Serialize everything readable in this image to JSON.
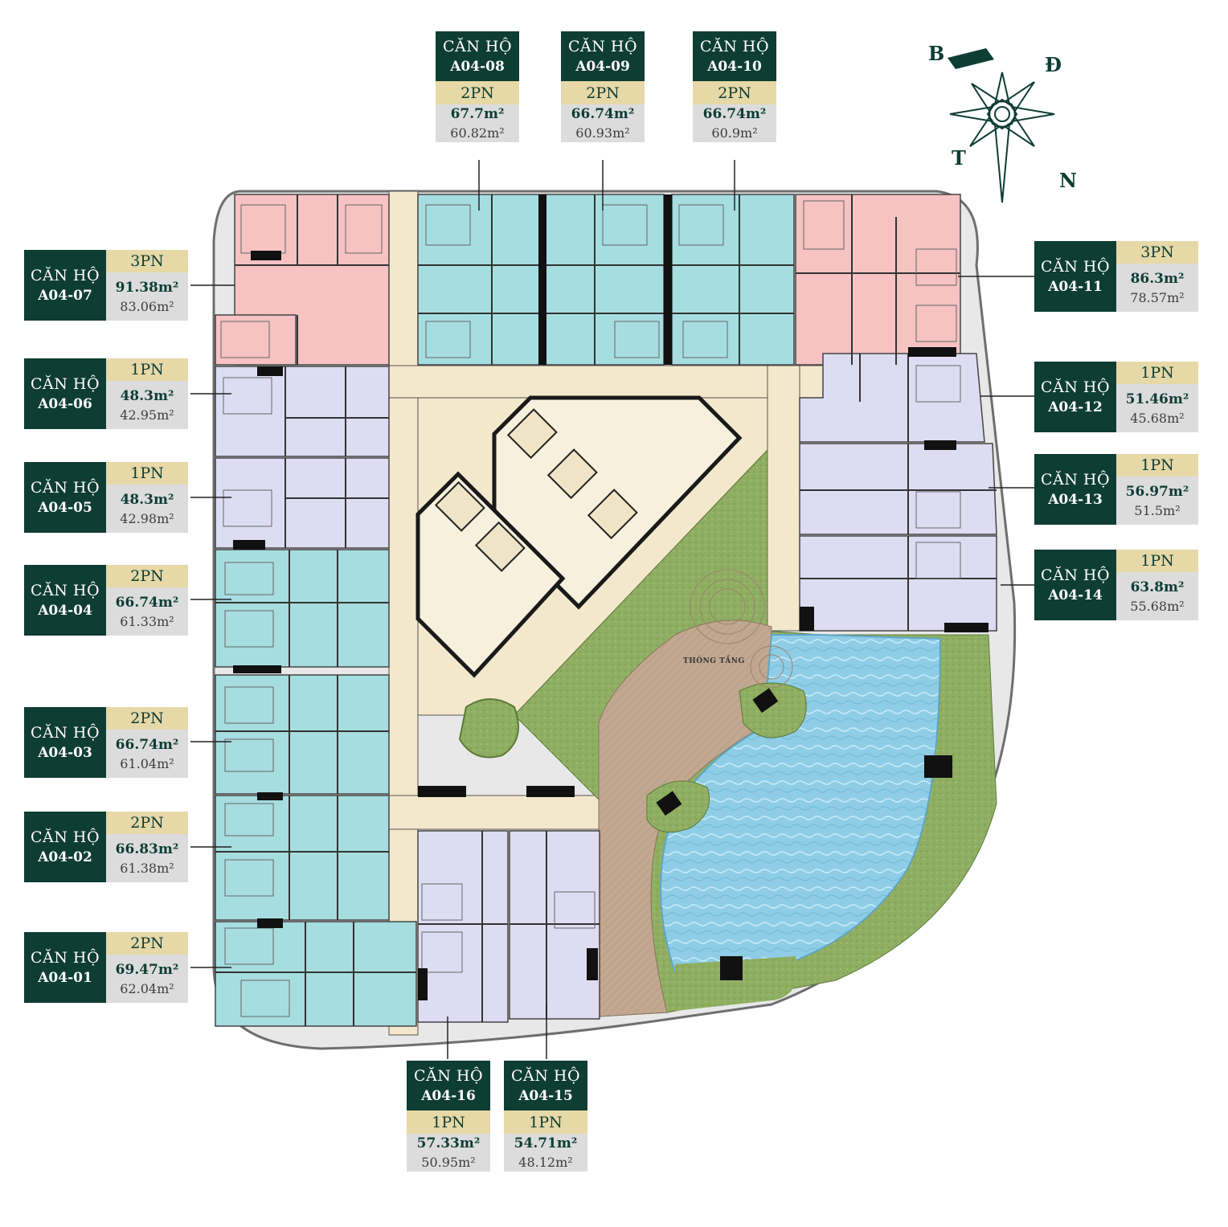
{
  "colors": {
    "dark_green": "#0e3d33",
    "gold": "#e6d8a7",
    "grey": "#dcdcdc",
    "unit_3pn": "#f6c2c2",
    "unit_2pn": "#a6dde0",
    "unit_1pn": "#dddcf2",
    "corridor": "#f4e8cc",
    "pool": "#8fcde6",
    "lawn": "#8fae62",
    "deck": "#c2a890"
  },
  "compass": {
    "north": "B",
    "east": "Đ",
    "south": "N",
    "west": "T"
  },
  "pool_label": "THÔNG TẦNG",
  "units": [
    {
      "label": "CĂN HỘ",
      "code": "A04-01",
      "type": "2PN",
      "area_gross": "69.47m²",
      "area_net": "62.04m²"
    },
    {
      "label": "CĂN HỘ",
      "code": "A04-02",
      "type": "2PN",
      "area_gross": "66.83m²",
      "area_net": "61.38m²"
    },
    {
      "label": "CĂN HỘ",
      "code": "A04-03",
      "type": "2PN",
      "area_gross": "66.74m²",
      "area_net": "61.04m²"
    },
    {
      "label": "CĂN HỘ",
      "code": "A04-04",
      "type": "2PN",
      "area_gross": "66.74m²",
      "area_net": "61.33m²"
    },
    {
      "label": "CĂN HỘ",
      "code": "A04-05",
      "type": "1PN",
      "area_gross": "48.3m²",
      "area_net": "42.98m²"
    },
    {
      "label": "CĂN HỘ",
      "code": "A04-06",
      "type": "1PN",
      "area_gross": "48.3m²",
      "area_net": "42.95m²"
    },
    {
      "label": "CĂN HỘ",
      "code": "A04-07",
      "type": "3PN",
      "area_gross": "91.38m²",
      "area_net": "83.06m²"
    },
    {
      "label": "CĂN HỘ",
      "code": "A04-08",
      "type": "2PN",
      "area_gross": "67.7m²",
      "area_net": "60.82m²"
    },
    {
      "label": "CĂN HỘ",
      "code": "A04-09",
      "type": "2PN",
      "area_gross": "66.74m²",
      "area_net": "60.93m²"
    },
    {
      "label": "CĂN HỘ",
      "code": "A04-10",
      "type": "2PN",
      "area_gross": "66.74m²",
      "area_net": "60.9m²"
    },
    {
      "label": "CĂN HỘ",
      "code": "A04-11",
      "type": "3PN",
      "area_gross": "86.3m²",
      "area_net": "78.57m²"
    },
    {
      "label": "CĂN HỘ",
      "code": "A04-12",
      "type": "1PN",
      "area_gross": "51.46m²",
      "area_net": "45.68m²"
    },
    {
      "label": "CĂN HỘ",
      "code": "A04-13",
      "type": "1PN",
      "area_gross": "56.97m²",
      "area_net": "51.5m²"
    },
    {
      "label": "CĂN HỘ",
      "code": "A04-14",
      "type": "1PN",
      "area_gross": "63.8m²",
      "area_net": "55.68m²"
    },
    {
      "label": "CĂN HỘ",
      "code": "A04-15",
      "type": "1PN",
      "area_gross": "54.71m²",
      "area_net": "48.12m²"
    },
    {
      "label": "CĂN HỘ",
      "code": "A04-16",
      "type": "1PN",
      "area_gross": "57.33m²",
      "area_net": "50.95m²"
    }
  ]
}
